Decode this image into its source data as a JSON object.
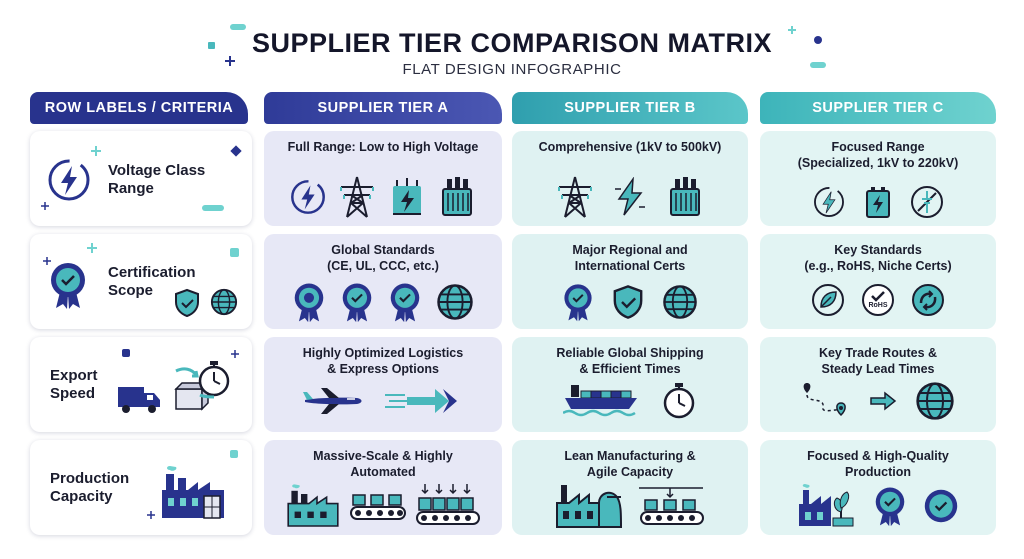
{
  "header": {
    "title": "SUPPLIER TIER COMPARISON MATRIX",
    "subtitle": "FLAT DESIGN INFOGRAPHIC"
  },
  "columns": [
    "ROW LABELS / CRITERIA",
    "SUPPLIER TIER A",
    "SUPPLIER TIER B",
    "SUPPLIER TIER C"
  ],
  "rows": [
    {
      "label_line1": "Voltage Class",
      "label_line2": "Range",
      "label_icons": [
        "lightning-circle-icon"
      ],
      "cells": [
        {
          "line1": "Full Range: Low to High Voltage",
          "line2": "",
          "icons": [
            "lightning-circle-icon",
            "transmission-tower-icon",
            "surge-arrester-icon",
            "transformer-icon"
          ]
        },
        {
          "line1": "Comprehensive (1kV to 500kV)",
          "line2": "",
          "icons": [
            "transmission-tower-icon",
            "lightning-bolt-icon",
            "transformer-icon"
          ]
        },
        {
          "line1": "Focused Range",
          "line2": "(Specialized, 1kV to 220kV)",
          "icons": [
            "lightning-circle-icon",
            "battery-bolt-icon",
            "switch-circle-icon"
          ]
        }
      ]
    },
    {
      "label_line1": "Certification",
      "label_line2": "Scope",
      "label_icons": [
        "award-badge-icon",
        "shield-check-icon",
        "globe-icon"
      ],
      "cells": [
        {
          "line1": "Global Standards",
          "line2": "(CE, UL, CCC, etc.)",
          "icons": [
            "award-badge-icon",
            "award-badge-icon",
            "award-badge-icon",
            "globe-icon"
          ]
        },
        {
          "line1": "Major Regional and",
          "line2": "International Certs",
          "icons": [
            "award-badge-icon",
            "shield-check-icon",
            "globe-icon"
          ]
        },
        {
          "line1": "Key Standards",
          "line2": "(e.g., RoHS, Niche Certs)",
          "icons": [
            "leaf-circle-icon",
            "rohs-badge-icon",
            "recycle-circle-icon"
          ],
          "rohs_text": "RoHS"
        }
      ]
    },
    {
      "label_line1": "Export",
      "label_line2": "Speed",
      "label_icons": [
        "delivery-truck-icon",
        "package-icon",
        "stopwatch-icon"
      ],
      "cells": [
        {
          "line1": "Highly Optimized Logistics",
          "line2": "& Express Options",
          "icons": [
            "airplane-icon",
            "fast-arrow-icon"
          ]
        },
        {
          "line1": "Reliable Global Shipping",
          "line2": "& Efficient Times",
          "icons": [
            "cargo-ship-icon",
            "stopwatch-icon"
          ]
        },
        {
          "line1": "Key Trade Routes &",
          "line2": "Steady Lead Times",
          "icons": [
            "route-pin-icon",
            "arrow-right-icon",
            "globe-icon"
          ]
        }
      ]
    },
    {
      "label_line1": "Production",
      "label_line2": "Capacity",
      "label_icons": [
        "factory-icon"
      ],
      "cells": [
        {
          "line1": "Massive-Scale & Highly",
          "line2": "Automated",
          "icons": [
            "factory-icon",
            "conveyor-belt-icon",
            "conveyor-belt-icon"
          ]
        },
        {
          "line1": "Lean Manufacturing &",
          "line2": "Agile Capacity",
          "icons": [
            "factory-icon",
            "conveyor-belt-icon"
          ]
        },
        {
          "line1": "Focused & High-Quality",
          "line2": "Production",
          "icons": [
            "factory-icon",
            "award-badge-icon",
            "award-badge-icon"
          ]
        }
      ]
    }
  ],
  "colors": {
    "navy": "#28338d",
    "teal": "#49b8bc",
    "tier_a_bg": "#e7e8f6",
    "tier_b_bg": "#dff2f2",
    "tier_c_bg": "#e2f4f3"
  }
}
